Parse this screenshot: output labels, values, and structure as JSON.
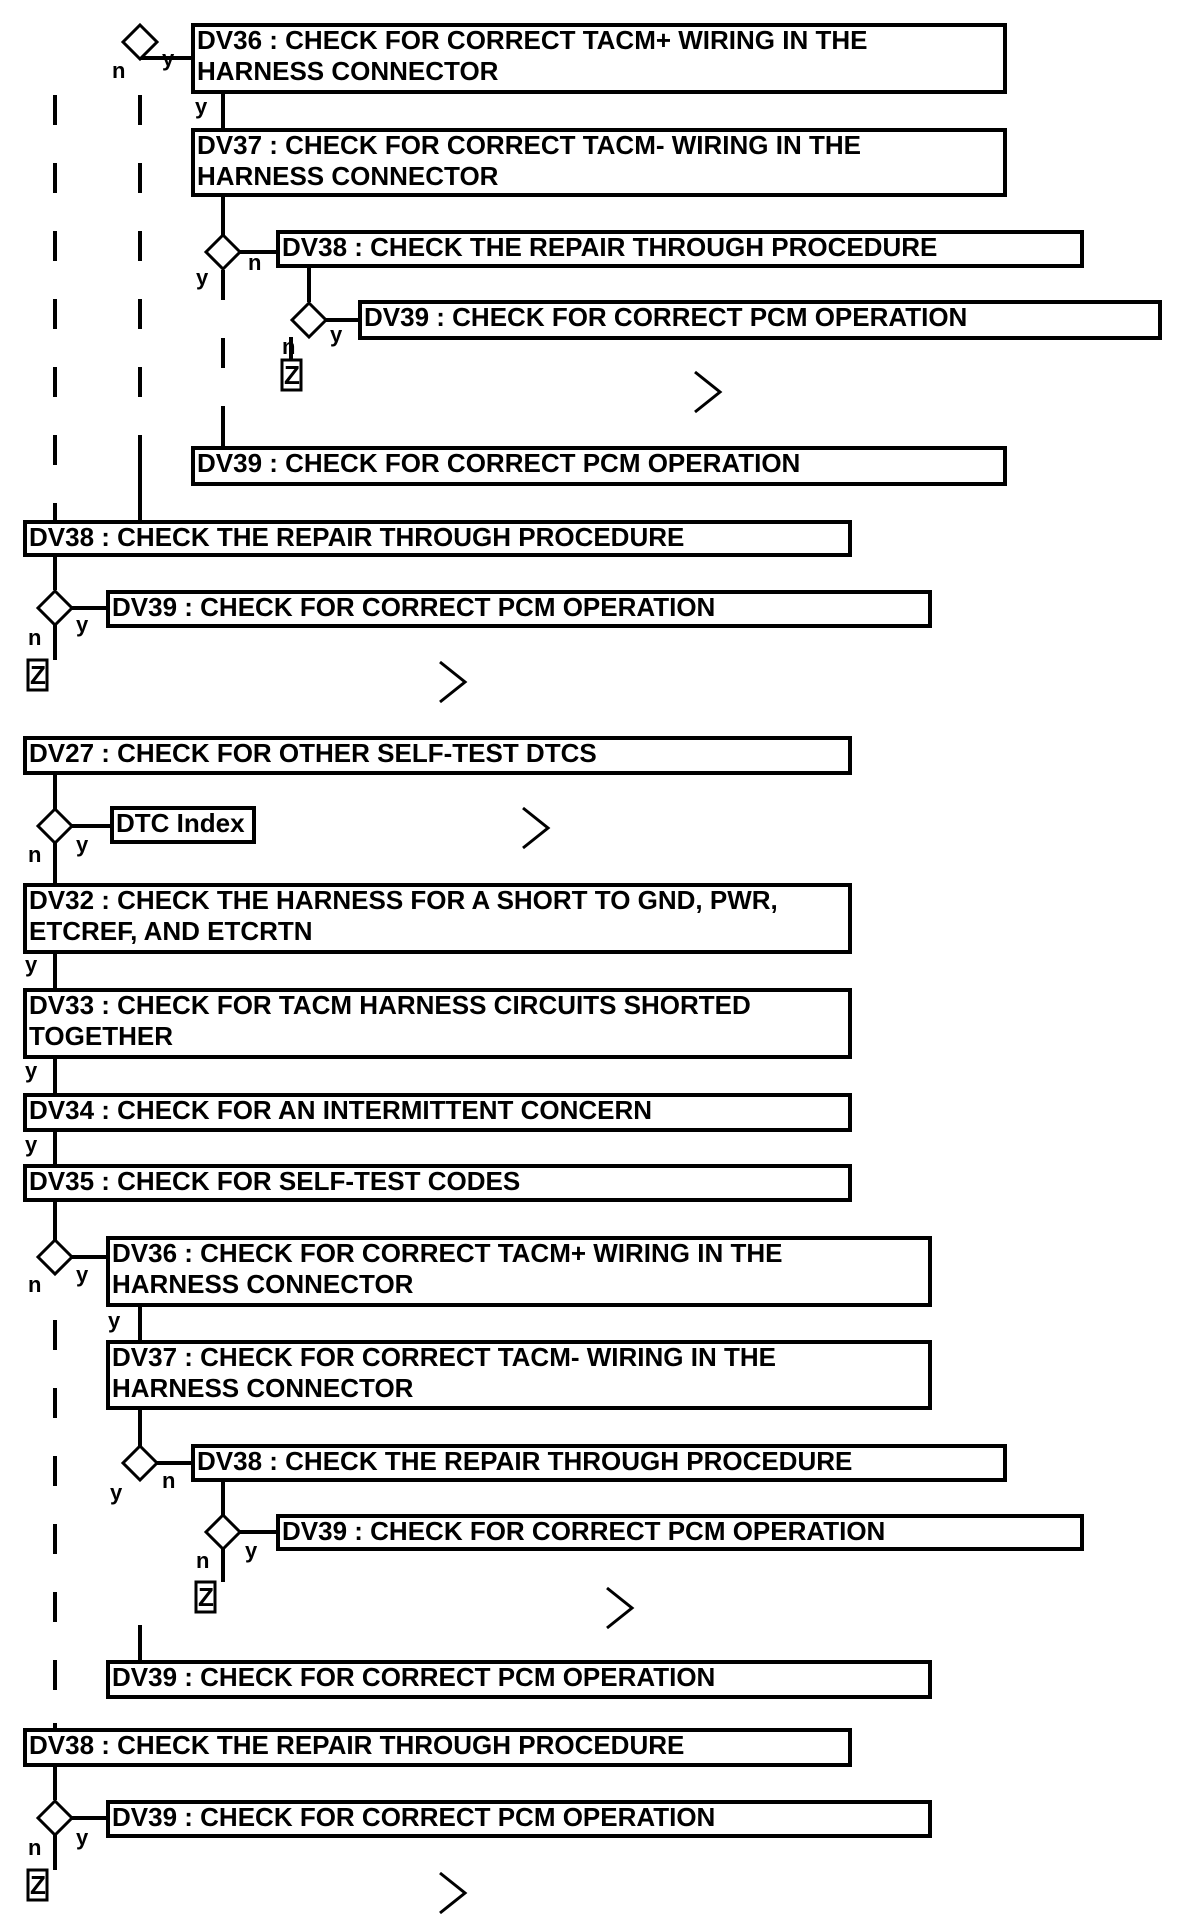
{
  "steps": {
    "dv36_wiring_pos": [
      "DV36 : CHECK FOR CORRECT TACM+ WIRING IN THE",
      "HARNESS CONNECTOR"
    ],
    "dv37_wiring_neg": [
      "DV37 : CHECK FOR CORRECT TACM- WIRING IN THE",
      "HARNESS CONNECTOR"
    ],
    "dv38_repair": "DV38 : CHECK THE REPAIR THROUGH PROCEDURE",
    "dv39_pcm": "DV39 : CHECK FOR CORRECT PCM OPERATION",
    "dv27_other_dtcs": "DV27 : CHECK FOR OTHER SELF-TEST DTCS",
    "dtc_index": "DTC Index",
    "dv32_short": [
      "DV32 : CHECK THE  HARNESS FOR A SHORT TO GND, PWR,",
      "ETCREF, AND ETCRTN"
    ],
    "dv33_shorted_together": [
      "DV33 : CHECK FOR TACM HARNESS CIRCUITS SHORTED",
      "TOGETHER"
    ],
    "dv34_intermittent": "DV34 : CHECK FOR AN INTERMITTENT CONCERN",
    "dv35_selftest": "DV35 : CHECK FOR SELF-TEST CODES"
  },
  "labels": {
    "yes": "y",
    "no": "n",
    "end": "Z"
  },
  "icons": {
    "continue": "chevron-right-icon",
    "decision": "diamond-icon"
  },
  "colors": {
    "ink": "#000000",
    "background": "#ffffff"
  }
}
